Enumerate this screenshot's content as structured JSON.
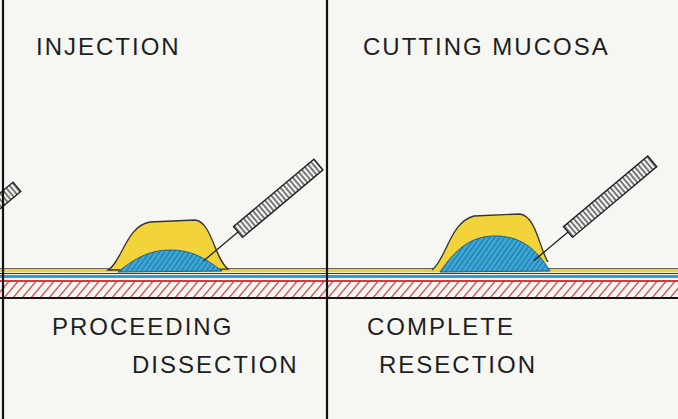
{
  "diagram": {
    "nodes": [
      {
        "text": [
          "INJECTION"
        ]
      },
      {
        "text": [
          "CUTTING MUCOSA"
        ]
      },
      {
        "text": [
          "PROCEEDING DISSECTION"
        ]
      },
      {
        "text": [
          "COMPLETE RESECTION"
        ]
      }
    ]
  }
}
